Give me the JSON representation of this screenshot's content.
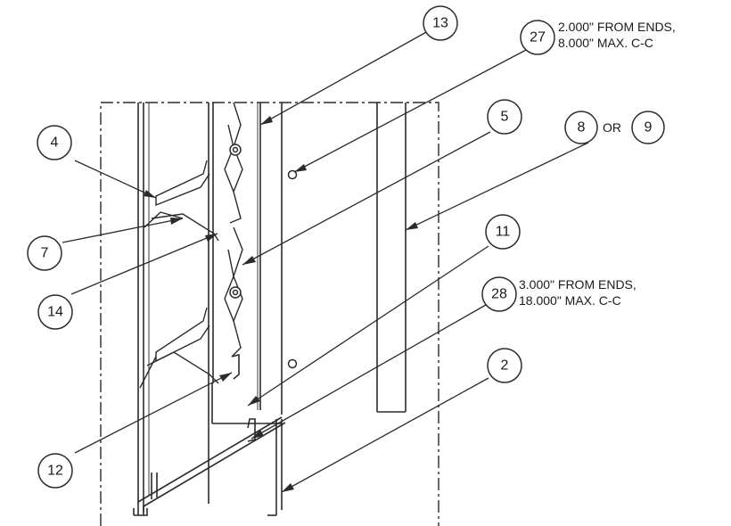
{
  "callouts": {
    "c13": "13",
    "c27": "27",
    "c5": "5",
    "c8": "8",
    "c9": "9",
    "c4": "4",
    "c7": "7",
    "c14": "14",
    "c11": "11",
    "c28": "28",
    "c2": "2",
    "c12": "12"
  },
  "notes": {
    "n27_line1": "2.000\" FROM ENDS,",
    "n27_line2": "8.000\" MAX. C-C",
    "n28_line1": "3.000\" FROM ENDS,",
    "n28_line2": "18.000\" MAX. C-C",
    "or_text": "OR"
  },
  "colors": {
    "ink": "#2b2b2b",
    "paper": "#ffffff"
  }
}
